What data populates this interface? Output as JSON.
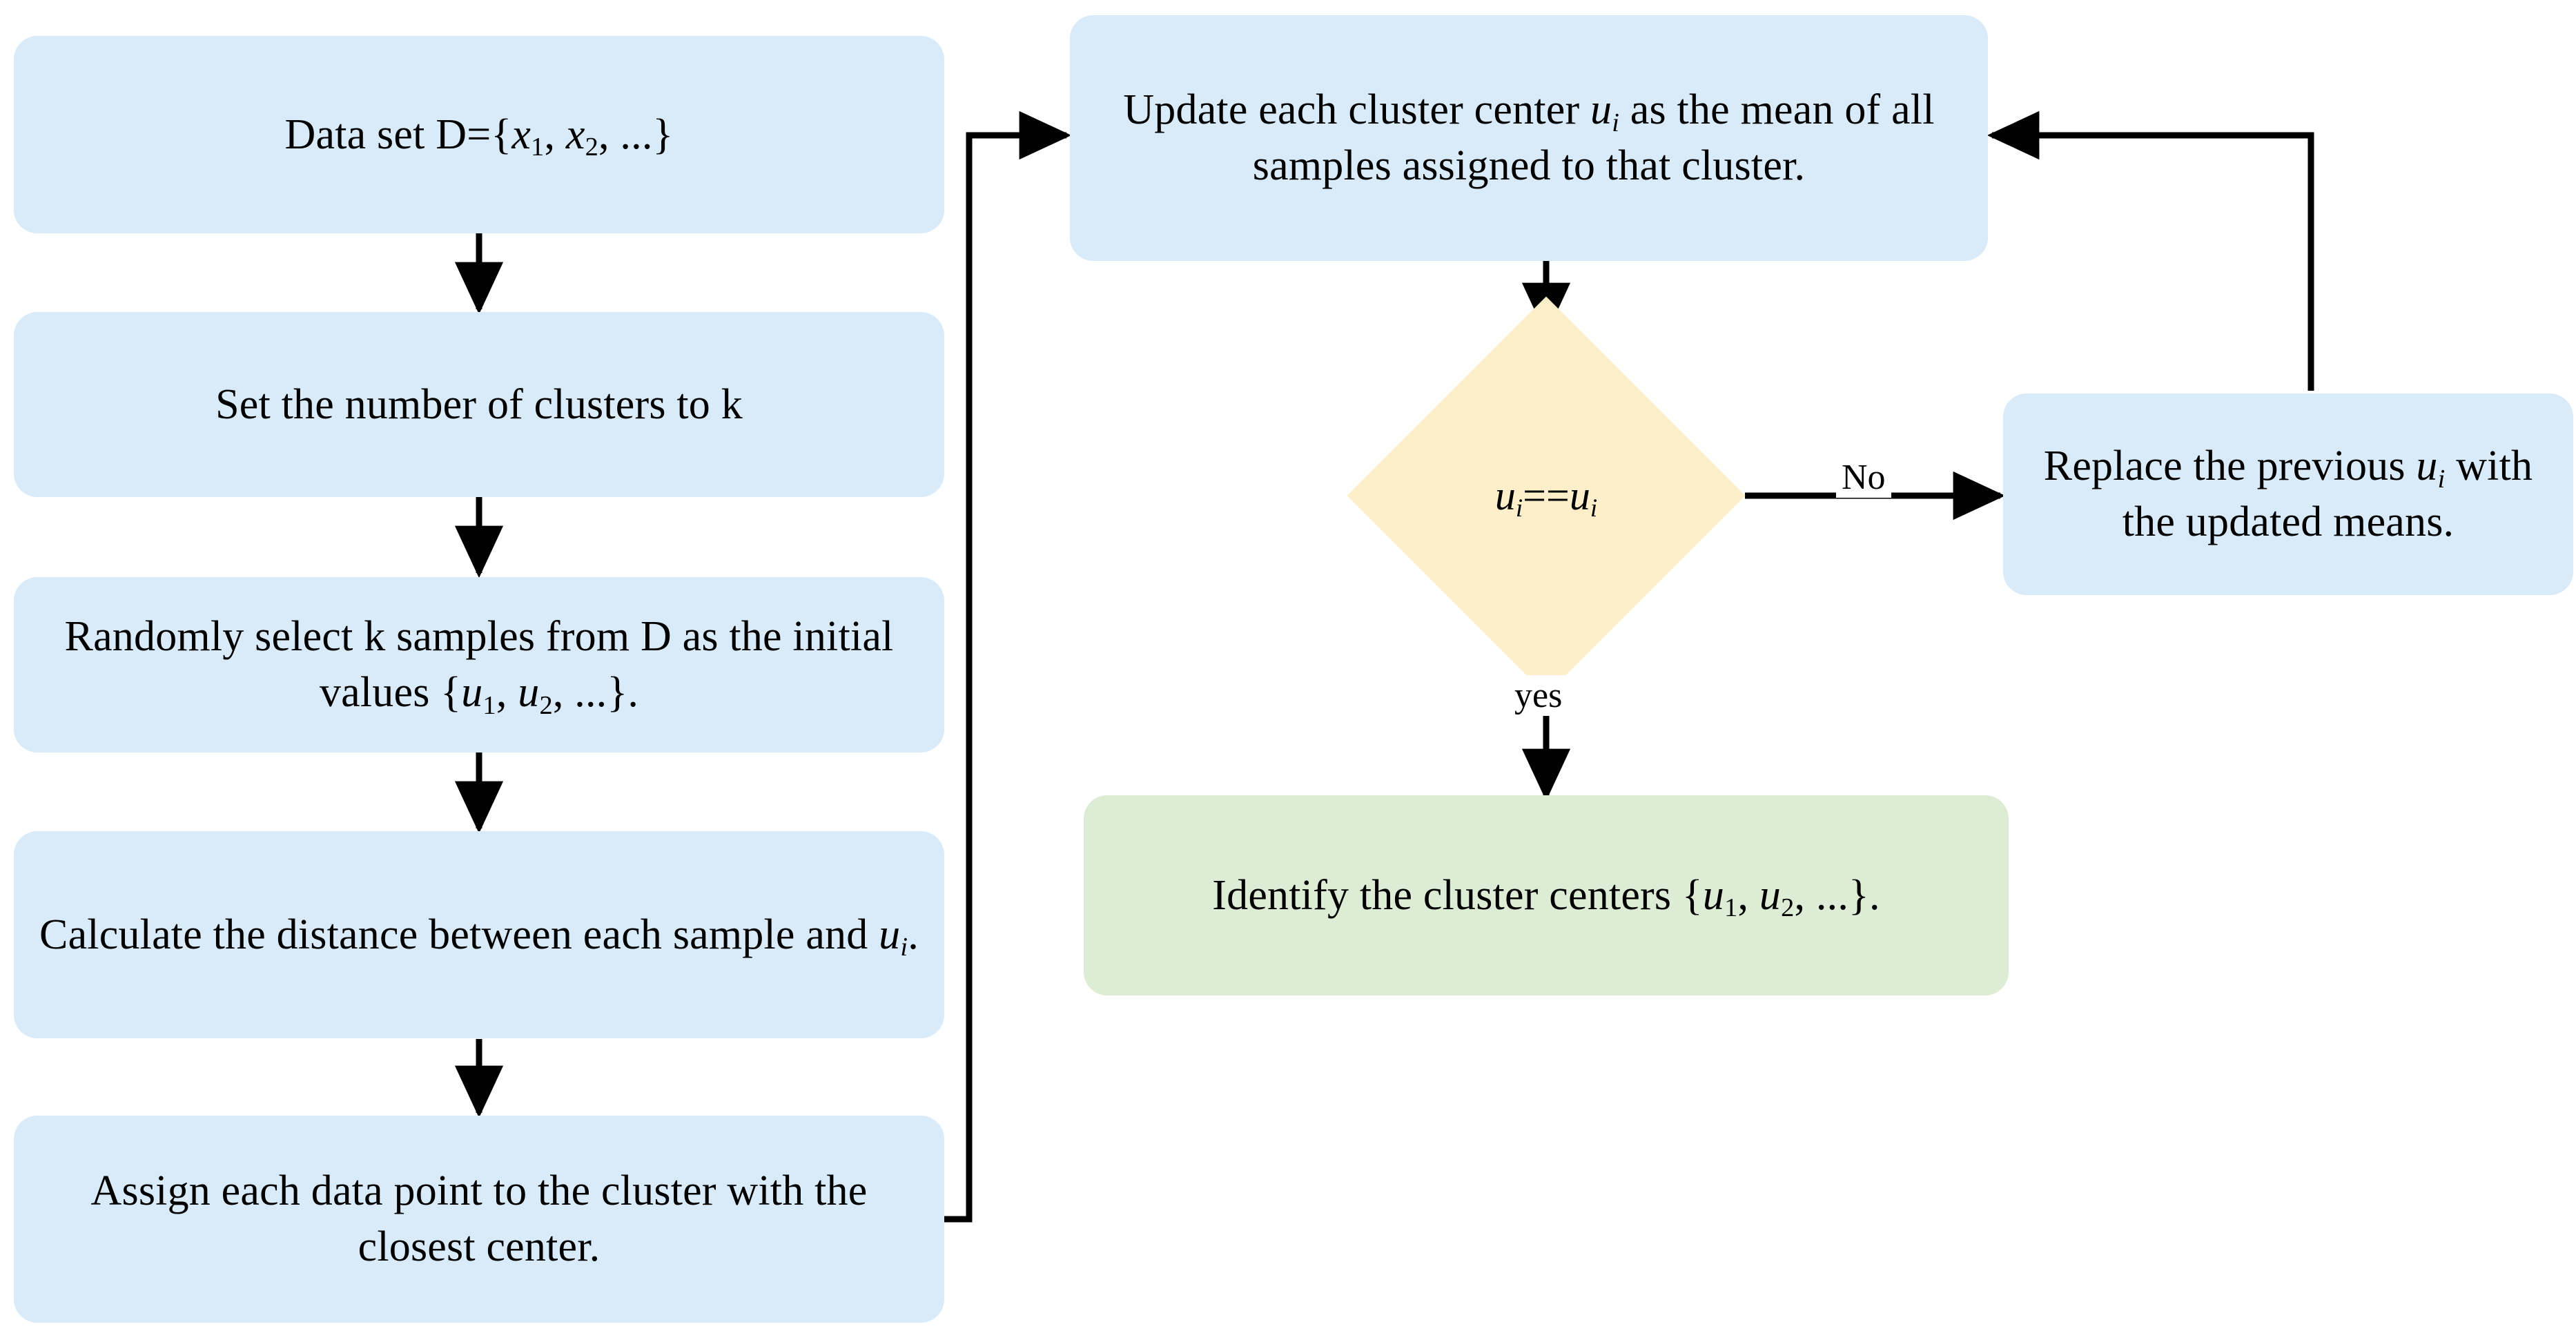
{
  "diagram": {
    "title": "K-means clustering algorithm flowchart",
    "colors": {
      "process_fill": "#d9eaf8",
      "terminal_fill": "#dcecd5",
      "decision_fill": "#fdefc9",
      "edge_stroke": "#000000",
      "text": "#000000",
      "background": "#ffffff"
    },
    "nodes": {
      "data_set": {
        "text": "Data set D={x1, x2, ...}",
        "shape": "process"
      },
      "set_k": {
        "text": "Set the number of clusters to k",
        "shape": "process"
      },
      "random_init": {
        "text": "Randomly select k samples from D as the initial values {u1, u2, ...}.",
        "shape": "process"
      },
      "calc_distance": {
        "text": "Calculate the distance between each sample and ui.",
        "shape": "process"
      },
      "assign_points": {
        "text": "Assign each data point to the cluster with the closest center.",
        "shape": "process"
      },
      "update_centers": {
        "text": "Update each cluster center ui as the mean of all samples assigned to that cluster.",
        "shape": "process"
      },
      "decision": {
        "text": "ui==ui",
        "shape": "decision"
      },
      "replace_means": {
        "text": "Replace the previous ui with the updated means.",
        "shape": "process"
      },
      "identify_centers": {
        "text": "Identify the cluster centers {u1, u2, ...}.",
        "shape": "terminal"
      }
    },
    "edge_labels": {
      "no": "No",
      "yes": "yes"
    }
  }
}
